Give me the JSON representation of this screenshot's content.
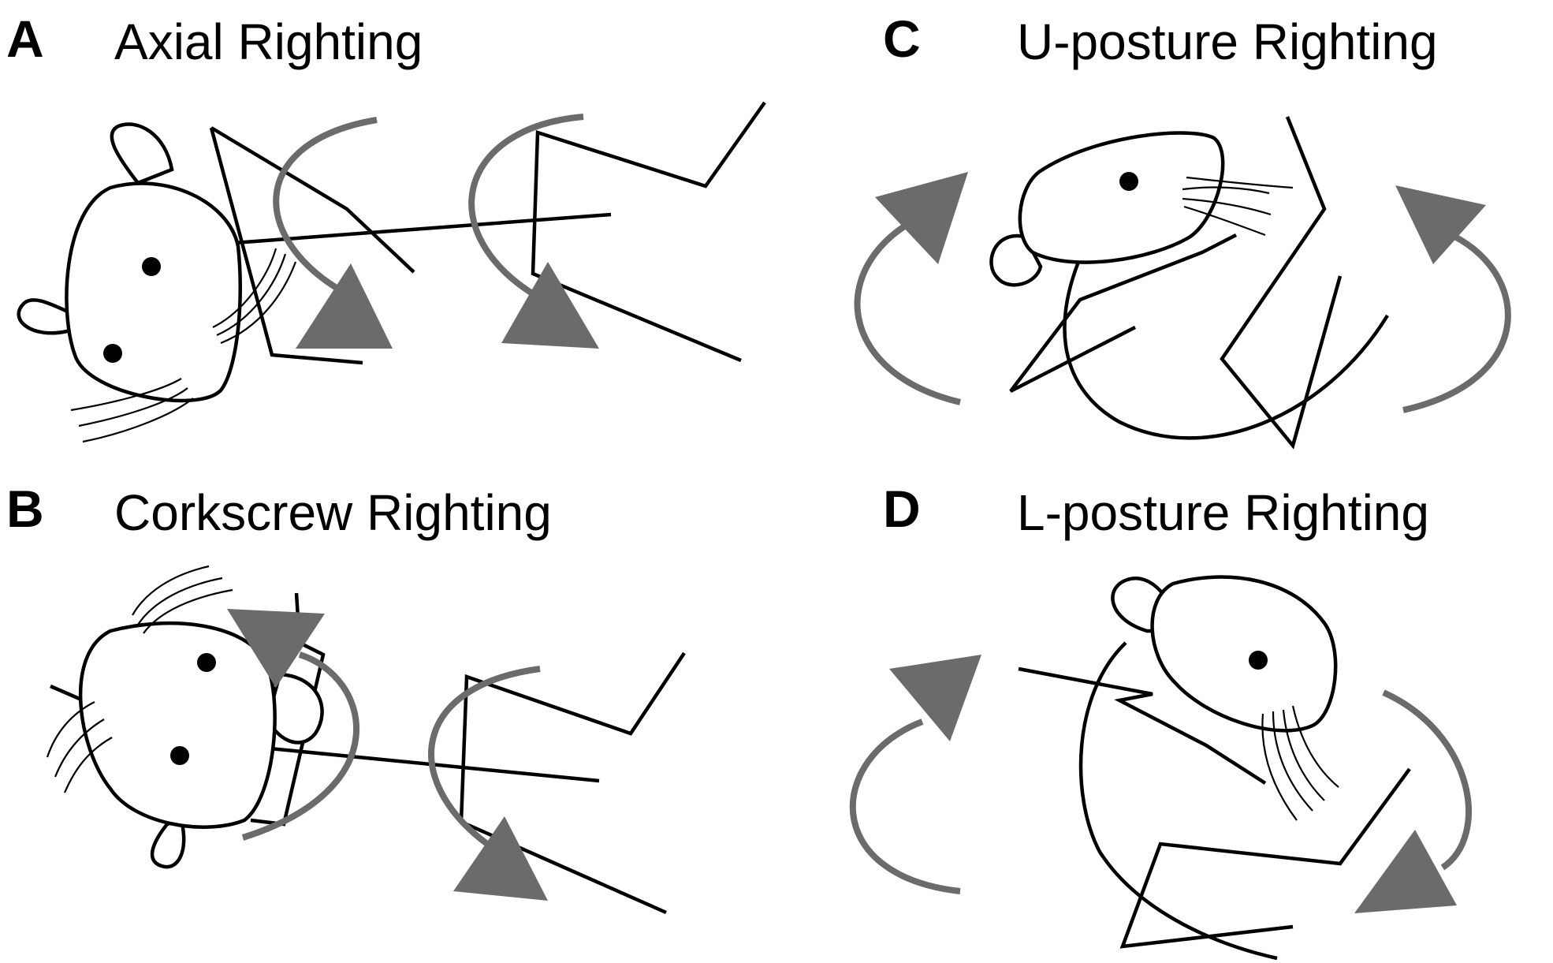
{
  "panels": [
    {
      "letter": "A",
      "title": "Axial Righting"
    },
    {
      "letter": "B",
      "title": "Corkscrew Righting"
    },
    {
      "letter": "C",
      "title": "U-posture Righting"
    },
    {
      "letter": "D",
      "title": "L-posture Righting"
    }
  ],
  "colors": {
    "arrow": "#6b6b6b",
    "outline": "#000000",
    "background": "#ffffff"
  },
  "icons": [
    "rat-head-icon",
    "rat-body-icon",
    "hindlimb-icon",
    "forelimb-icon",
    "rotation-arrow-icon"
  ]
}
